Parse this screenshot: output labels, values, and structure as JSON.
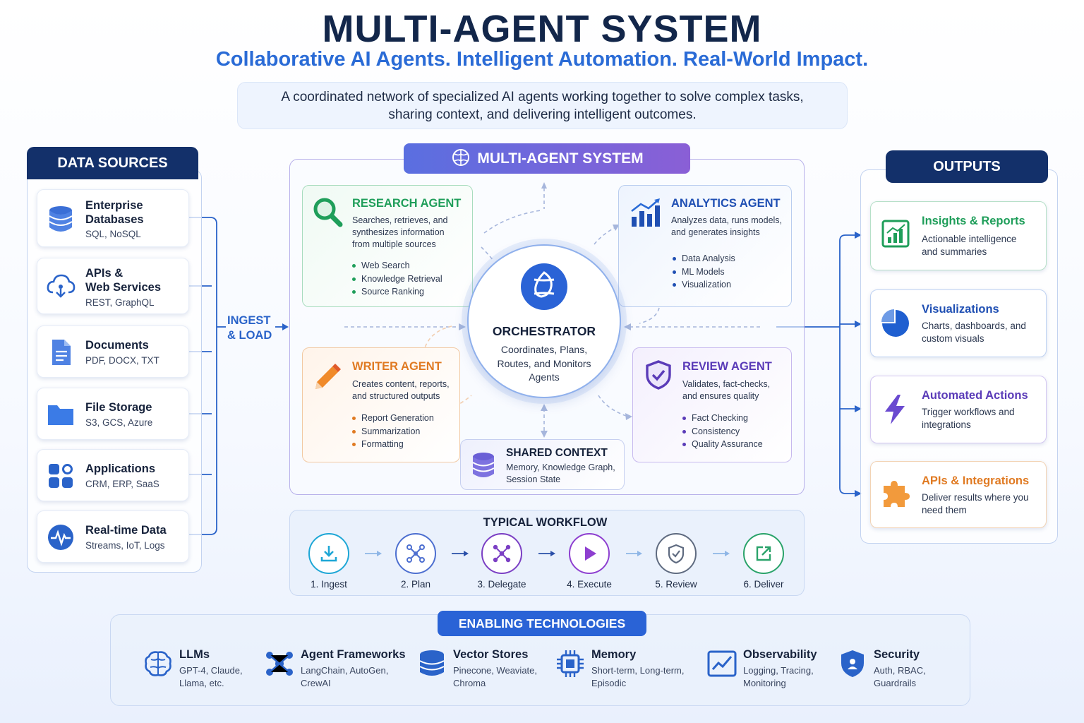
{
  "header": {
    "title": "MULTI-AGENT SYSTEM",
    "subtitle": "Collaborative AI Agents. Intelligent Automation. Real-World Impact.",
    "description_line1": "A coordinated network of specialized AI agents working together to solve complex tasks,",
    "description_line2": "sharing context, and delivering intelligent outcomes."
  },
  "data_sources": {
    "heading": "DATA SOURCES",
    "items": [
      {
        "title_line1": "Enterprise",
        "title_line2": "Databases",
        "sub": "SQL, NoSQL",
        "icon": "database-icon"
      },
      {
        "title_line1": "APIs &",
        "title_line2": "Web Services",
        "sub": "REST, GraphQL",
        "icon": "cloud-api-icon"
      },
      {
        "title_line1": "Documents",
        "title_line2": "",
        "sub": "PDF, DOCX, TXT",
        "icon": "document-icon"
      },
      {
        "title_line1": "File Storage",
        "title_line2": "",
        "sub": "S3, GCS, Azure",
        "icon": "folder-icon"
      },
      {
        "title_line1": "Applications",
        "title_line2": "",
        "sub": "CRM, ERP, SaaS",
        "icon": "apps-grid-icon"
      },
      {
        "title_line1": "Real-time Data",
        "title_line2": "",
        "sub": "Streams, IoT, Logs",
        "icon": "pulse-icon"
      }
    ]
  },
  "ingest": {
    "line1": "INGEST",
    "line2": "& LOAD"
  },
  "system": {
    "banner": "MULTI-AGENT SYSTEM",
    "orchestrator": {
      "title": "ORCHESTRATOR",
      "line1": "Coordinates, Plans,",
      "line2": "Routes, and Monitors",
      "line3": "Agents"
    },
    "agents": {
      "research": {
        "title": "RESEARCH AGENT",
        "desc": [
          "Searches, retrieves, and",
          "synthesizes information",
          "from multiple sources"
        ],
        "bullets": [
          "Web Search",
          "Knowledge Retrieval",
          "Source Ranking"
        ],
        "color": "#1f9e5a"
      },
      "analytics": {
        "title": "ANALYTICS AGENT",
        "desc": [
          "Analyzes data, runs models,",
          "and generates insights"
        ],
        "bullets": [
          "Data Analysis",
          "ML Models",
          "Visualization"
        ],
        "color": "#1f4fb3"
      },
      "writer": {
        "title": "WRITER AGENT",
        "desc": [
          "Creates content, reports,",
          "and structured outputs"
        ],
        "bullets": [
          "Report Generation",
          "Summarization",
          "Formatting"
        ],
        "color": "#e07a22"
      },
      "review": {
        "title": "REVIEW AGENT",
        "desc": [
          "Validates, fact-checks,",
          "and ensures quality"
        ],
        "bullets": [
          "Fact Checking",
          "Consistency",
          "Quality Assurance"
        ],
        "color": "#5a3bb8"
      }
    },
    "shared_context": {
      "title": "SHARED CONTEXT",
      "line1": "Memory, Knowledge Graph,",
      "line2": "Session State"
    }
  },
  "workflow": {
    "heading": "TYPICAL WORKFLOW",
    "steps": [
      {
        "label": "1. Ingest",
        "icon": "download-icon",
        "color": "#1ea7d6"
      },
      {
        "label": "2. Plan",
        "icon": "plan-nodes-icon",
        "color": "#4d6fd0"
      },
      {
        "label": "3. Delegate",
        "icon": "delegate-nodes-icon",
        "color": "#7b3fc4"
      },
      {
        "label": "4. Execute",
        "icon": "play-icon",
        "color": "#8e3fd0"
      },
      {
        "label": "5. Review",
        "icon": "shield-check-icon",
        "color": "#5f6b80"
      },
      {
        "label": "6. Deliver",
        "icon": "export-icon",
        "color": "#2aa36a"
      }
    ]
  },
  "outputs": {
    "heading": "OUTPUTS",
    "items": [
      {
        "title": "Insights & Reports",
        "desc_line1": "Actionable intelligence",
        "desc_line2": "and summaries",
        "color": "#1f9e5a",
        "icon": "report-chart-icon"
      },
      {
        "title": "Visualizations",
        "desc_line1": "Charts, dashboards, and",
        "desc_line2": "custom visuals",
        "color": "#1f4fb3",
        "icon": "pie-chart-icon"
      },
      {
        "title": "Automated Actions",
        "desc_line1": "Trigger workflows and",
        "desc_line2": "integrations",
        "color": "#5a3bb8",
        "icon": "lightning-icon"
      },
      {
        "title": "APIs & Integrations",
        "desc_line1": "Deliver results where you",
        "desc_line2": "need them",
        "color": "#e07a22",
        "icon": "puzzle-icon"
      }
    ]
  },
  "technologies": {
    "heading": "ENABLING TECHNOLOGIES",
    "items": [
      {
        "title": "LLMs",
        "desc_line1": "GPT-4, Claude,",
        "desc_line2": "Llama, etc.",
        "icon": "brain-icon"
      },
      {
        "title": "Agent Frameworks",
        "desc_line1": "LangChain, AutoGen,",
        "desc_line2": "CrewAI",
        "icon": "network-icon"
      },
      {
        "title": "Vector Stores",
        "desc_line1": "Pinecone, Weaviate,",
        "desc_line2": "Chroma",
        "icon": "vector-db-icon"
      },
      {
        "title": "Memory",
        "desc_line1": "Short-term, Long-term,",
        "desc_line2": "Episodic",
        "icon": "chip-icon"
      },
      {
        "title": "Observability",
        "desc_line1": "Logging, Tracing,",
        "desc_line2": "Monitoring",
        "icon": "line-chart-icon"
      },
      {
        "title": "Security",
        "desc_line1": "Auth, RBAC,",
        "desc_line2": "Guardrails",
        "icon": "security-shield-icon"
      }
    ]
  }
}
